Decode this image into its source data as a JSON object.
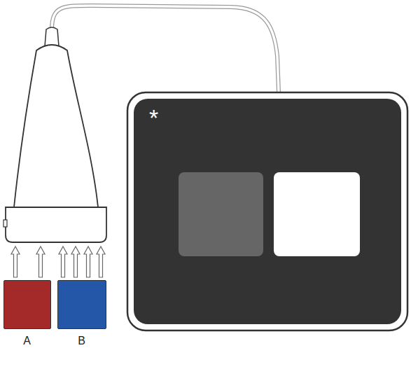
{
  "diagram": {
    "nodes": [
      {
        "text": [
          "*"
        ]
      },
      {
        "text": [
          "A"
        ]
      },
      {
        "text": [
          "B"
        ]
      }
    ],
    "labels": []
  }
}
